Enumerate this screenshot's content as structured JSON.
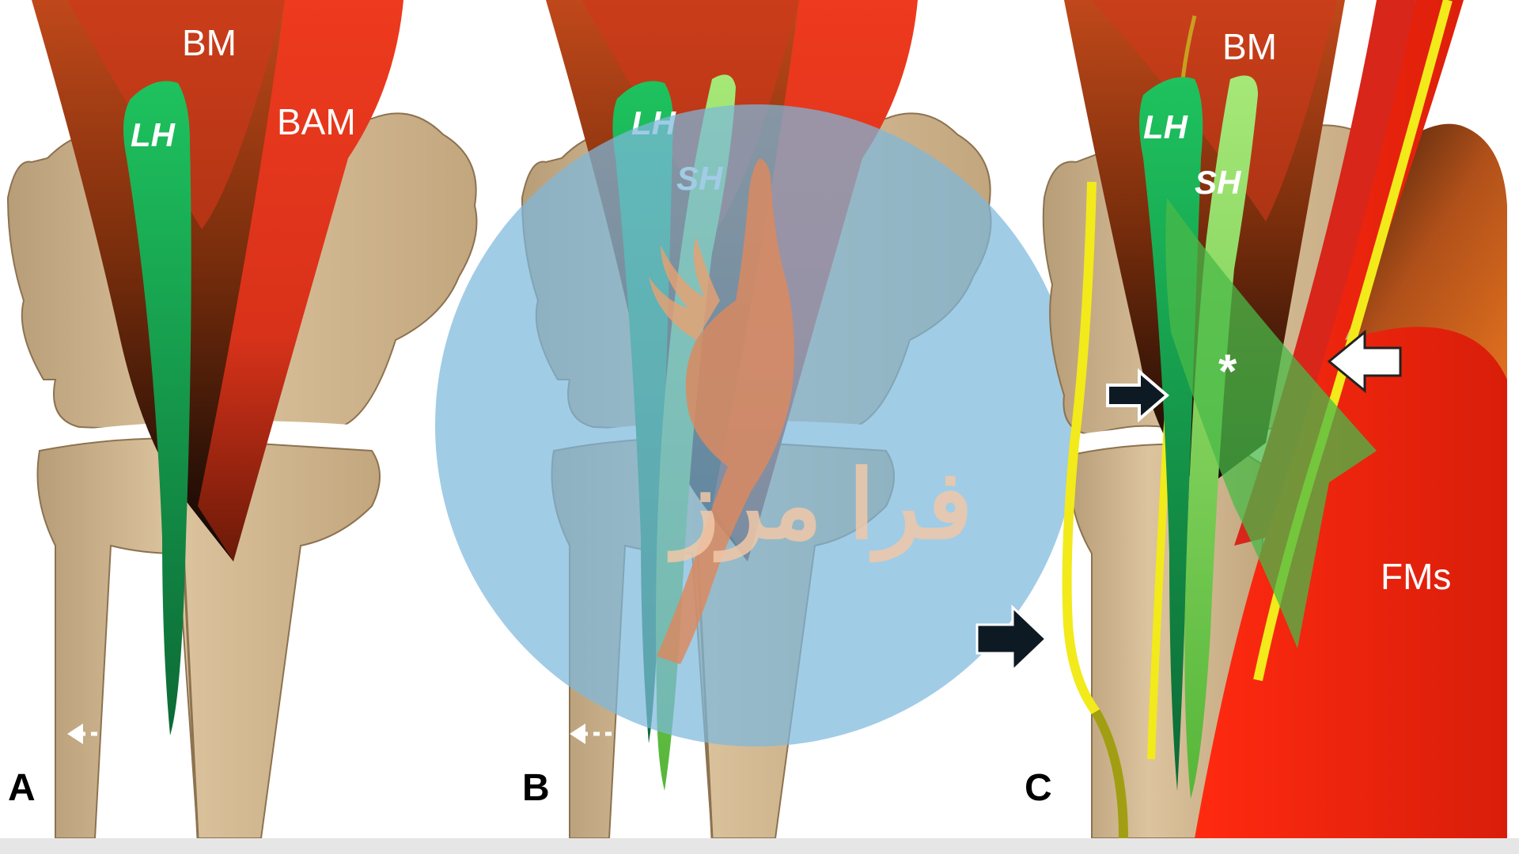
{
  "figure": {
    "panels": [
      {
        "letter": "A",
        "labels": {
          "bm": "BM",
          "bam": "BAM",
          "lh": "LH"
        }
      },
      {
        "letter": "B",
        "labels": {
          "lh": "LH",
          "sh": "SH"
        }
      },
      {
        "letter": "C",
        "labels": {
          "bm": "BM",
          "lh": "LH",
          "sh": "SH",
          "fms": "FMs",
          "asterisk": "*"
        }
      }
    ],
    "watermark": {
      "text": "فرا مرز"
    },
    "icons": [
      "double-arrow-icon",
      "arrow-right-icon",
      "arrow-left-icon"
    ]
  },
  "colors": {
    "muscle_red": "#e8341c",
    "muscle_brown": "#8a3a10",
    "bone": "#d9bf98",
    "bone_shadow": "#a98d6a",
    "tendon_green": "#1fb65a",
    "tendon_light_green": "#8fdc6a",
    "nerve_yellow": "#f2ea1a",
    "watermark_blue": "#7db8dc",
    "footer_gray": "#e6e6e6"
  }
}
